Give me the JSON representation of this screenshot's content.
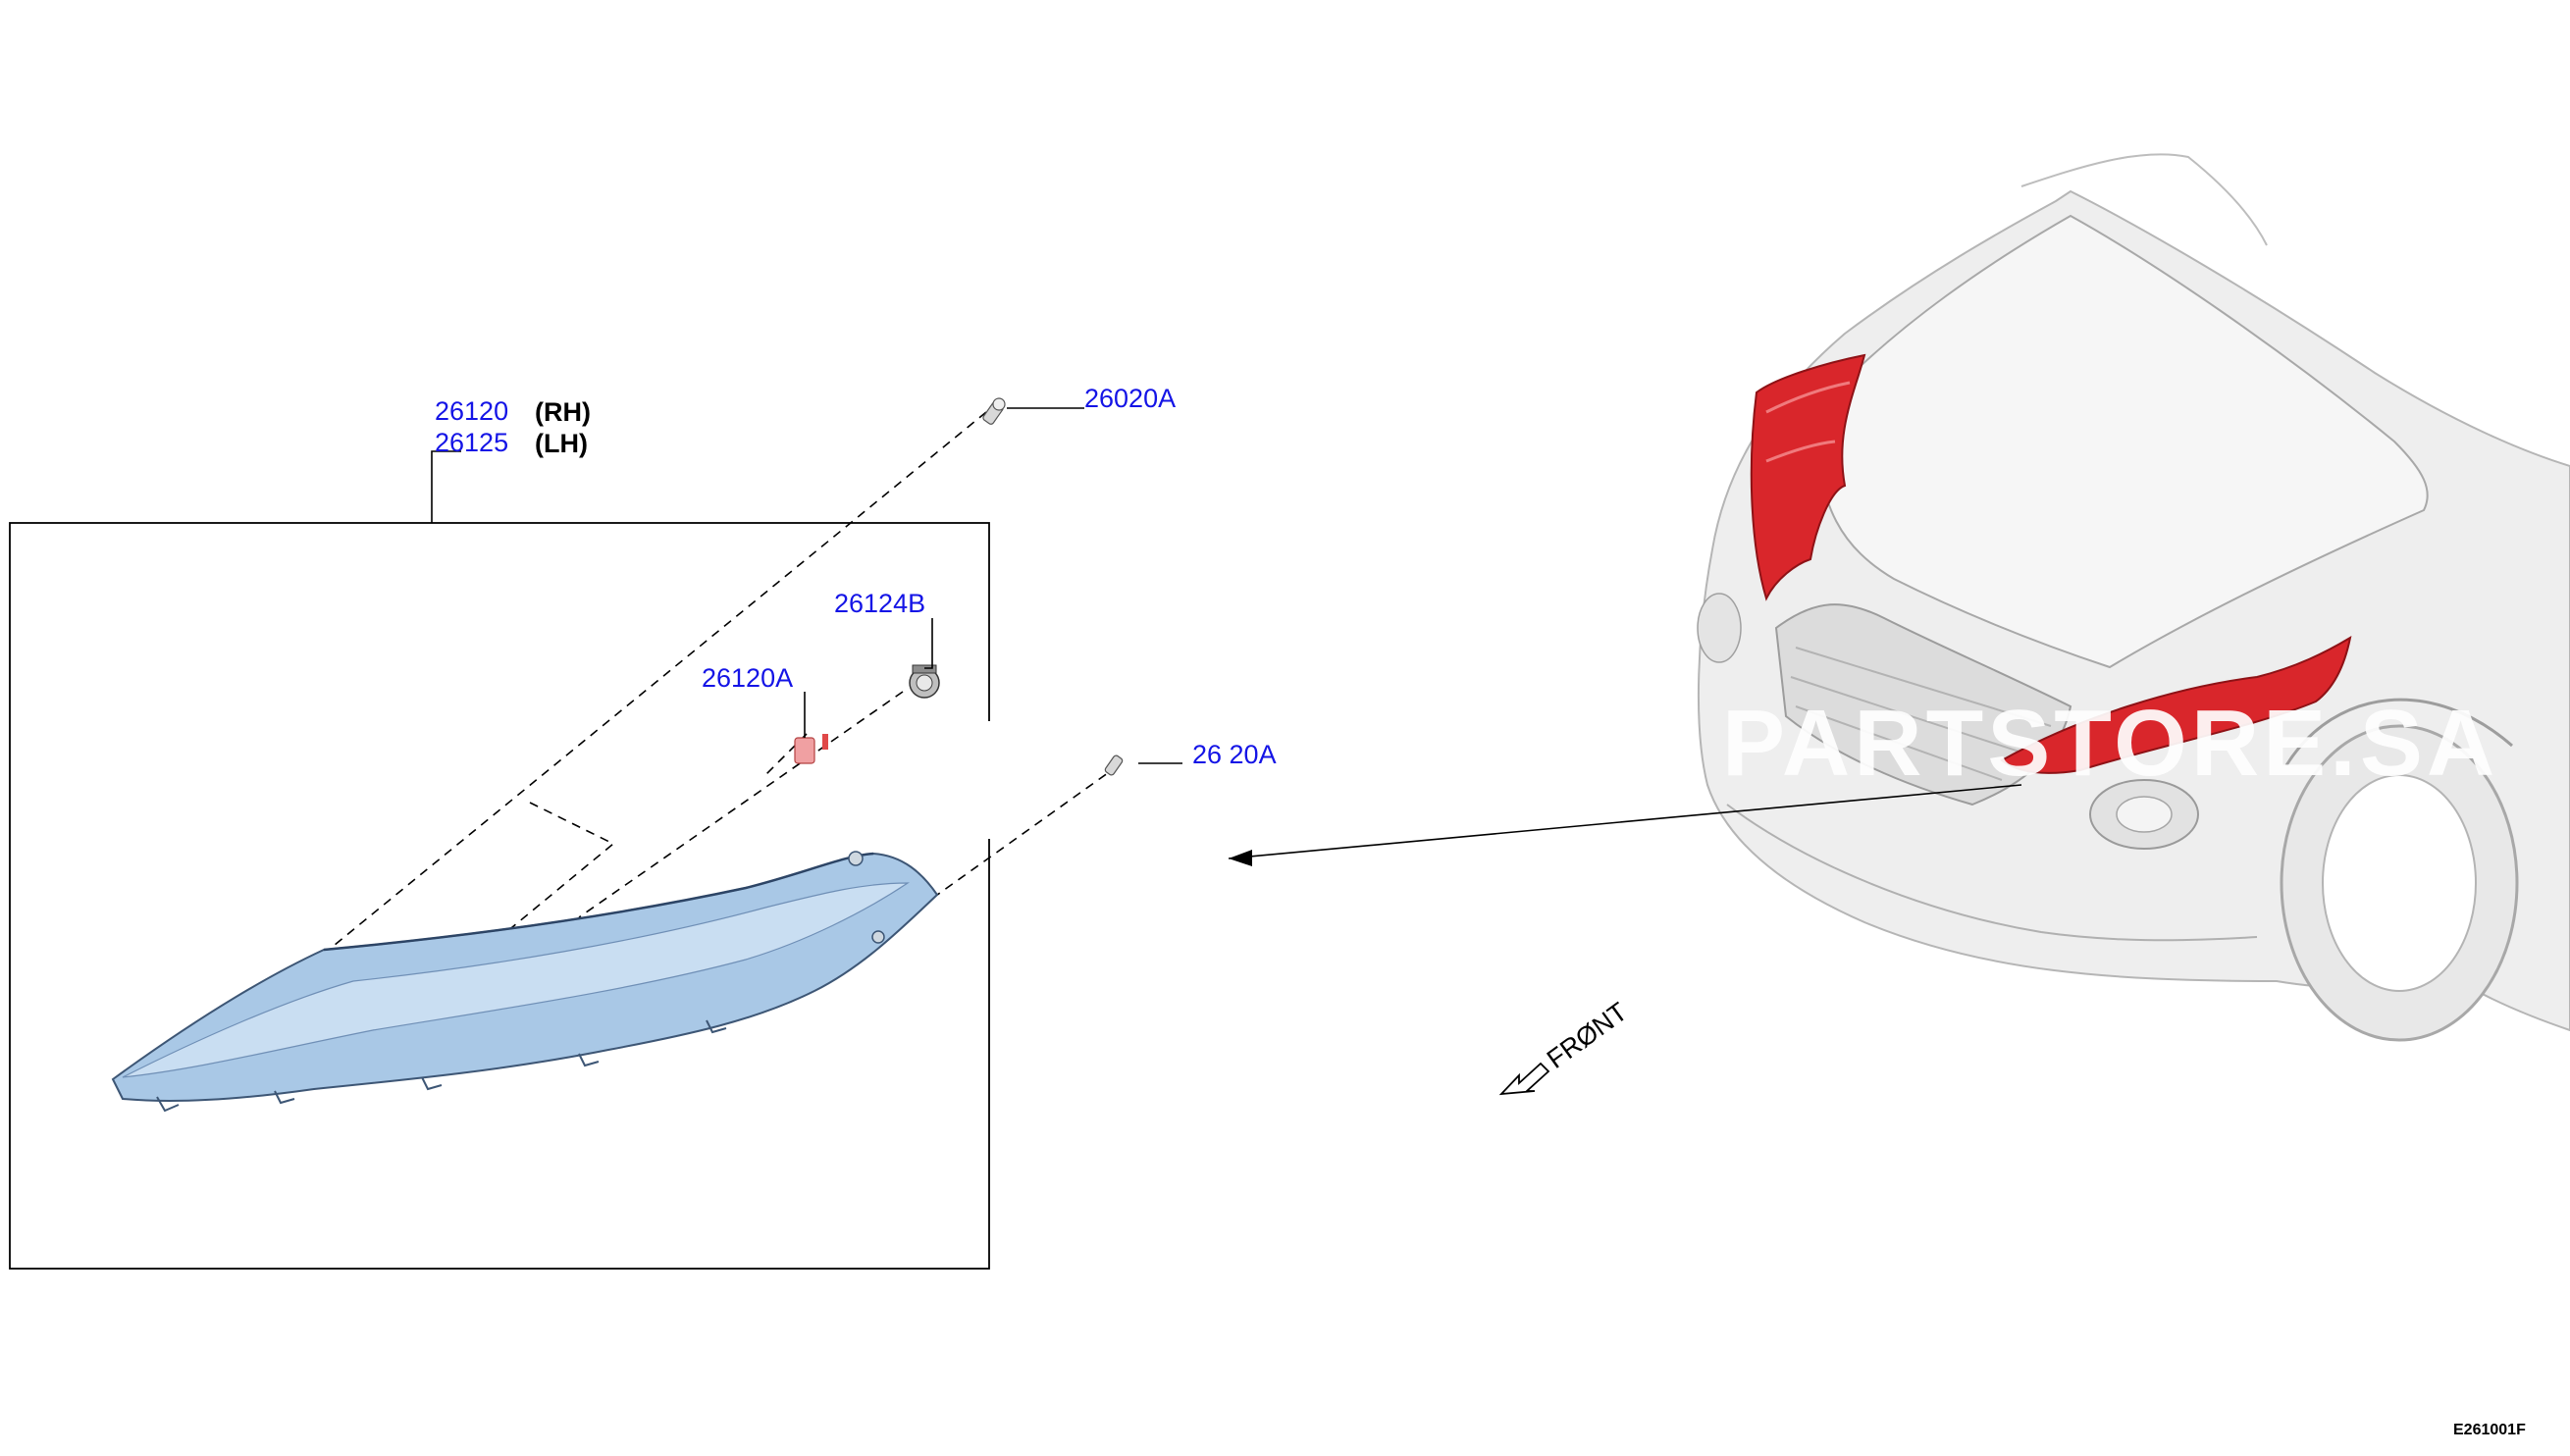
{
  "callouts": {
    "assembly_rh": {
      "part": "26120",
      "side": "(RH)"
    },
    "assembly_lh": {
      "part": "26125",
      "side": "(LH)"
    },
    "screw_top": "26020A",
    "socket": "26124B",
    "bulb": "26120A",
    "screw_side": "26 20A"
  },
  "front_label": "FRØNT",
  "watermark": "PARTSTORE.SA",
  "diagram_code": "E261001F",
  "colors": {
    "callout": "#1414e6",
    "lamp_body": "#a9c8e6",
    "lamp_highlight": "#6f8fb6",
    "highlight_red": "#d9262b",
    "car_body": "#e6e6e6"
  }
}
